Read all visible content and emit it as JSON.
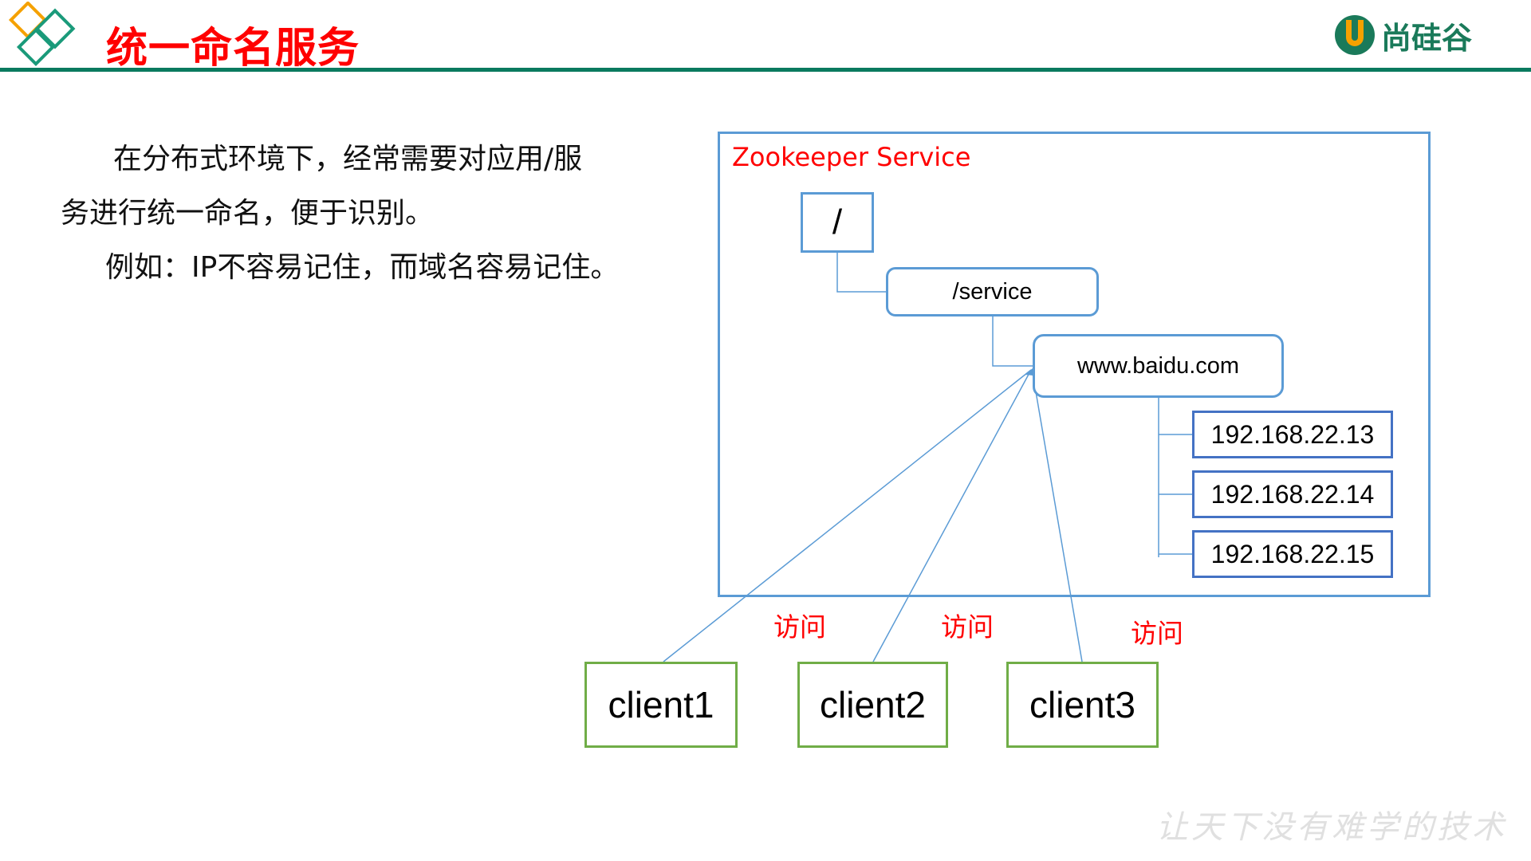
{
  "header": {
    "title": "统一命名服务",
    "logo_text": "尚硅谷",
    "colors": {
      "title": "#ff0000",
      "header_line": "#0a7a5f",
      "logo_orange": "#f5a100",
      "logo_green": "#1a7a5a"
    }
  },
  "body": {
    "paragraph_line1": "在分布式环境下，经常需要对应用/服",
    "paragraph_line2": "务进行统一命名，便于识别。",
    "paragraph_line3": "例如：IP不容易记住，而域名容易记住。"
  },
  "diagram": {
    "container_title": "Zookeeper Service",
    "root_node": "/",
    "service_node": "/service",
    "domain_node": "www.baidu.com",
    "ip_nodes": [
      "192.168.22.13",
      "192.168.22.14",
      "192.168.22.15"
    ],
    "clients": [
      "client1",
      "client2",
      "client3"
    ],
    "access_labels": [
      "访问",
      "访问",
      "访问"
    ],
    "colors": {
      "container_border": "#5b9bd5",
      "ip_border": "#4472c4",
      "client_border": "#70ad47",
      "container_title": "#ff0000"
    }
  },
  "footer": {
    "slogan": "让天下没有难学的技术"
  }
}
